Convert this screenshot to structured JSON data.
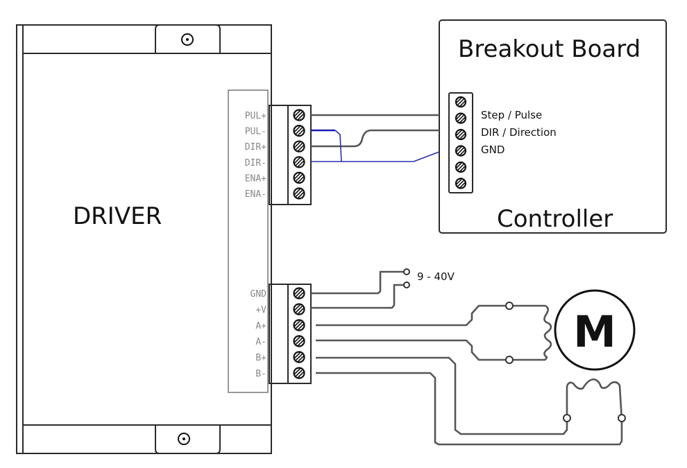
{
  "driver": {
    "title": "DRIVER",
    "signal_terminals": [
      "PUL+",
      "PUL-",
      "DIR+",
      "DIR-",
      "ENA+",
      "ENA-"
    ],
    "power_terminals": [
      "GND",
      "+V",
      "A+",
      "A-",
      "B+",
      "B-"
    ]
  },
  "breakout_board": {
    "title": "Breakout Board",
    "subtitle": "Controller",
    "terminal_labels": [
      "Step / Pulse",
      "DIR / Direction",
      "GND"
    ],
    "terminal_count": 6
  },
  "power_supply": {
    "label": "9 - 40V"
  },
  "motor": {
    "label": "M"
  },
  "colors": {
    "line": "#2a2a2a",
    "wire": "#555555",
    "blue_wire": "#2b2bb0",
    "label_gray": "#888888"
  }
}
